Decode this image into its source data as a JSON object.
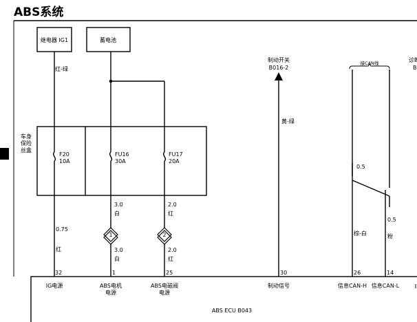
{
  "title": "ABS系统",
  "sources": {
    "relay": "继电器 IG1",
    "battery": "蓄电池"
  },
  "fuse_box_label": [
    "车身",
    "保险",
    "丝盒"
  ],
  "fuses": [
    {
      "id": "F20",
      "amp": "10A"
    },
    {
      "id": "FU16",
      "amp": "30A"
    },
    {
      "id": "FU17",
      "amp": "20A"
    }
  ],
  "wires": {
    "relay_color": "红-绿",
    "fu16_size_top": "3.0",
    "fu16_color_top": "白",
    "fu17_size_top": "2.0",
    "fu17_color_top": "红",
    "f20_size": "0.75",
    "f20_color": "红",
    "fu16_size_bottom": "3.0",
    "fu16_color_bottom": "白",
    "fu17_size_bottom": "2.0",
    "fu17_color_bottom": "红",
    "brake_color": "黄-绿",
    "can_h_size": "0.5",
    "can_h_color": "棕-白",
    "can_l_size": "0.5",
    "can_l_color": "粉"
  },
  "connectors": [
    "1",
    "2"
  ],
  "brake_switch": {
    "name": "制动开关",
    "code": "B016-2"
  },
  "can_bus": "接CAN线",
  "diag_partial": {
    "line1": "诊断",
    "line2": "B"
  },
  "pins": [
    "32",
    "1",
    "25",
    "30",
    "26",
    "14"
  ],
  "ecu_pin_labels": {
    "ig": "IG电源",
    "motor": [
      "ABS电机",
      "电源"
    ],
    "valve": [
      "ABS电磁阀",
      "电源"
    ],
    "brake": "制动信号",
    "can_h": "信息CAN-H",
    "can_l": "信息CAN-L"
  },
  "ecu_name": "ABS ECU  B043"
}
